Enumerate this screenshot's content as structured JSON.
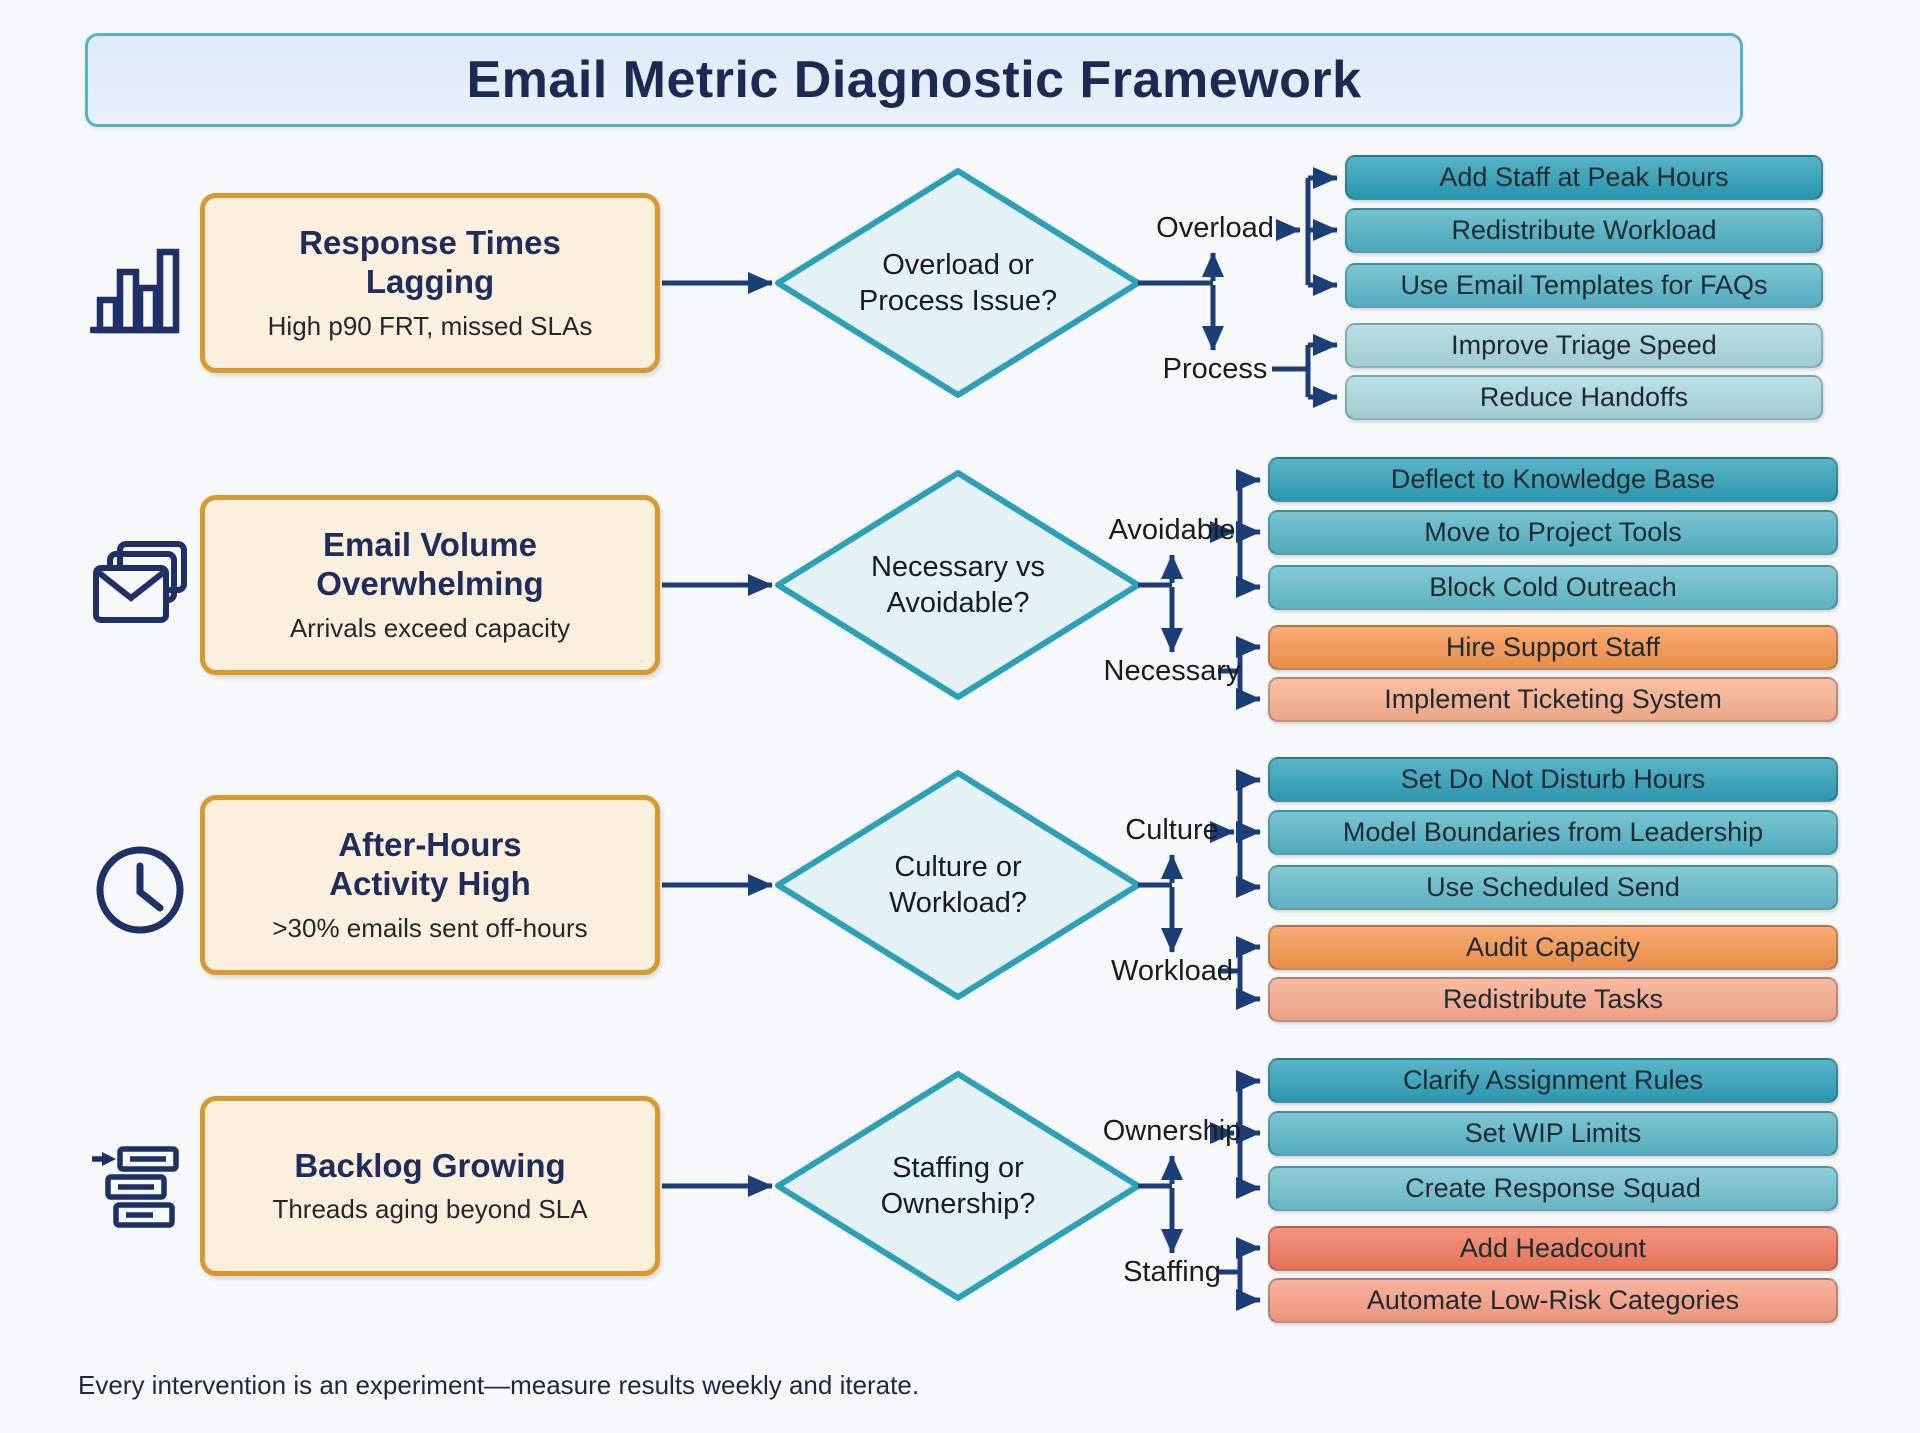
{
  "title": "Email Metric Diagnostic Framework",
  "footer": "Every intervention is an experiment—measure results weekly and iterate.",
  "palette": {
    "arrow": "#1c3e78",
    "diamond_fill": "#e4f2f5",
    "diamond_border": "#2d9fb6",
    "problem_bg": "#faf0dd",
    "problem_border": "#d9992e",
    "title_bg": "#dfeaf8",
    "title_border": "#56b1c4",
    "navy_text": "#1f2c5c"
  },
  "rows": [
    {
      "icon": "bar-chart",
      "problem": {
        "title": "Response Times\nLagging",
        "subtitle": "High p90 FRT, missed SLAs"
      },
      "decision": "Overload or\nProcess Issue?",
      "branches": [
        {
          "label": "Overload",
          "actions": [
            {
              "label": "Add Staff at Peak Hours",
              "color": "#2a9db6"
            },
            {
              "label": "Redistribute Workload",
              "color": "#4db0c2"
            },
            {
              "label": "Use Email Templates for FAQs",
              "color": "#58b6c7"
            }
          ]
        },
        {
          "label": "Process",
          "actions": [
            {
              "label": "Improve Triage Speed",
              "color": "#a7d7dd"
            },
            {
              "label": "Reduce Handoffs",
              "color": "#a9d8de"
            }
          ]
        }
      ]
    },
    {
      "icon": "stacked-envelopes",
      "problem": {
        "title": "Email Volume\nOverwhelming",
        "subtitle": "Arrivals exceed capacity"
      },
      "decision": "Necessary vs\nAvoidable?",
      "branches": [
        {
          "label": "Avoidable",
          "actions": [
            {
              "label": "Deflect to Knowledge Base",
              "color": "#2f9fb8"
            },
            {
              "label": "Move to Project Tools",
              "color": "#55b4c6"
            },
            {
              "label": "Block Cold Outreach",
              "color": "#63bbca"
            }
          ]
        },
        {
          "label": "Necessary",
          "actions": [
            {
              "label": "Hire Support Staff",
              "color": "#f6954e"
            },
            {
              "label": "Implement Ticketing System",
              "color": "#f9af8d"
            }
          ]
        }
      ]
    },
    {
      "icon": "clock",
      "problem": {
        "title": "After-Hours\nActivity High",
        "subtitle": ">30% emails sent off-hours"
      },
      "decision": "Culture or\nWorkload?",
      "branches": [
        {
          "label": "Culture",
          "actions": [
            {
              "label": "Set Do Not Disturb Hours",
              "color": "#2f9fb8"
            },
            {
              "label": "Model Boundaries from Leadership",
              "color": "#55b4c6"
            },
            {
              "label": "Use Scheduled Send",
              "color": "#63bbca"
            }
          ]
        },
        {
          "label": "Workload",
          "actions": [
            {
              "label": "Audit Capacity",
              "color": "#f6954e"
            },
            {
              "label": "Redistribute Tasks",
              "color": "#f8a88b"
            }
          ]
        }
      ]
    },
    {
      "icon": "backlog-queue",
      "problem": {
        "title": "Backlog Growing",
        "subtitle": "Threads aging beyond SLA"
      },
      "decision": "Staffing or\nOwnership?",
      "branches": [
        {
          "label": "Ownership",
          "actions": [
            {
              "label": "Clarify Assignment Rules",
              "color": "#2f9fb8"
            },
            {
              "label": "Set WIP Limits",
              "color": "#5ab6c7"
            },
            {
              "label": "Create Response Squad",
              "color": "#6fc0cd"
            }
          ]
        },
        {
          "label": "Staffing",
          "actions": [
            {
              "label": "Add Headcount",
              "color": "#f0795c"
            },
            {
              "label": "Automate Low-Risk Categories",
              "color": "#f89e84"
            }
          ]
        }
      ]
    }
  ]
}
